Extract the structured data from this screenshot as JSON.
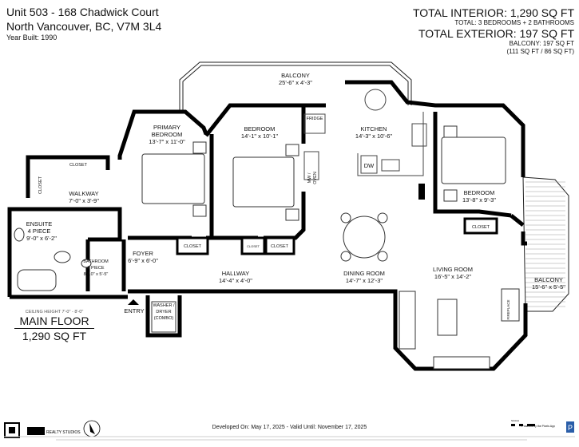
{
  "header": {
    "address_line1": "Unit 503 - 168 Chadwick Court",
    "address_line2": "North Vancouver, BC, V7M 3L4",
    "year_built": "Year Built: 1990",
    "total_interior": "TOTAL INTERIOR: 1,290 SQ FT",
    "total_rooms": "TOTAL: 3 BEDROOMS  + 2 BATHROOMS",
    "total_exterior": "TOTAL EXTERIOR: 197 SQ FT",
    "balcony_total": "BALCONY: 197 SQ FT",
    "balcony_split": "(111 SQ FT / 86 SQ FT)"
  },
  "rooms": {
    "balcony_top": {
      "name": "BALCONY",
      "dims": "25'-6\" x 4'-3\""
    },
    "primary_bedroom": {
      "name1": "PRIMARY",
      "name2": "BEDROOM",
      "dims": "13'-7\" x 11'-0\""
    },
    "bedroom2": {
      "name": "BEDROOM",
      "dims": "14'-1\" x 10'-1\""
    },
    "kitchen": {
      "name": "KITCHEN",
      "dims": "14'-3\" x 10'-6\""
    },
    "bedroom3": {
      "name": "BEDROOM",
      "dims": "13'-8\" x 9'-3\""
    },
    "walkway": {
      "name": "WALKWAY",
      "dims": "7'-0\" x 3'-9\""
    },
    "ensuite": {
      "name1": "ENSUITE",
      "name2": "4 PIECE",
      "dims": "9'-0\" x 6'-2\""
    },
    "bathroom": {
      "name1": "BATHROOM",
      "name2": "3 PIECE",
      "dims": "8'-10\" x 5'-5\""
    },
    "foyer": {
      "name": "FOYER",
      "dims": "6'-9\" x 6'-0\""
    },
    "hallway": {
      "name": "HALLWAY",
      "dims": "14'-4\" x 4'-0\""
    },
    "dining": {
      "name": "DINING ROOM",
      "dims": "14'-7\" x 12'-3\""
    },
    "living": {
      "name": "LIVING ROOM",
      "dims": "16'-5\" x 14'-2\""
    },
    "balcony_right": {
      "name": "BALCONY",
      "dims": "15'-6\" x 5'-5\""
    }
  },
  "fixtures": {
    "closet": "CLOSET",
    "fridge": "FRIDGE",
    "mw1": "MW /",
    "mw2": "OVEN",
    "dw": "DW",
    "washer1": "WASHER /",
    "washer2": "DRYER",
    "washer3": "(COMBO)",
    "fireplace": "FIREPLACE",
    "entry": "ENTRY"
  },
  "main_floor": {
    "ceiling": "CEILING HEIGHT 7'-0\" - 8'-0\"",
    "title": "MAIN FLOOR",
    "area": "1,290 SQ FT"
  },
  "footer": {
    "developed": "Developed On: May 17, 2025 - Valid Until: November 17, 2025",
    "brand": "REALTY STUDIOS",
    "powered": "Powered by the Pixels App",
    "scale": "SCALE"
  }
}
